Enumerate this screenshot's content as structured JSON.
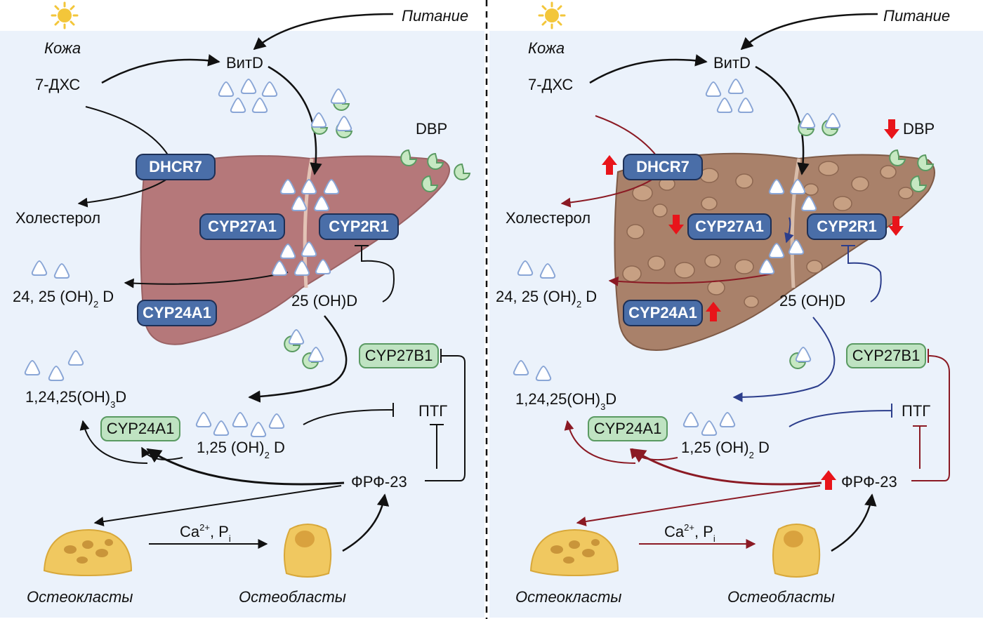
{
  "labels": {
    "nutrition": "Питание",
    "skin": "Кожа",
    "vitd": "ВитD",
    "dhc": "7-ДХС",
    "dbp": "DBP",
    "cholesterol": "Холестерол",
    "d2425_main": "24, 25 (OH)",
    "d2425_sub": "2",
    "d2425_end": " D",
    "d25": "25 (OH)D",
    "d12425_main": "1,24,25(OH)",
    "d12425_sub": "3",
    "d12425_end": "D",
    "d125_main": "1,25 (OH)",
    "d125_sub": "2",
    "d125_end": " D",
    "ptg": "ПТГ",
    "frf23": "ФРФ-23",
    "capi_ca": "Ca",
    "capi_sup": "2+",
    "capi_mid": ", P",
    "capi_sub": "i",
    "osteoclasts": "Остеокласты",
    "osteoblasts": "Остеобласты"
  },
  "enzymes": {
    "dhcr7": "DHCR7",
    "cyp27a1": "CYP27A1",
    "cyp2r1": "CYP2R1",
    "cyp24a1_liver": "CYP24A1",
    "cyp27b1": "CYP27B1",
    "cyp24a1_kidney": "CYP24A1"
  },
  "colors": {
    "panel_bg": "#ebf2fb",
    "liver_normal": "#b5787a",
    "liver_fatty": "#a9816a",
    "enzyme_blue": "#4a6ea8",
    "enzyme_green": "#bfe3c2",
    "arrow_black": "#111111",
    "arrow_darkred": "#8b1a24",
    "arrow_navy": "#2c3e8c",
    "up_down_marker": "#e8141a",
    "sun": "#f3c63a",
    "bone_cell": "#f0c860"
  }
}
